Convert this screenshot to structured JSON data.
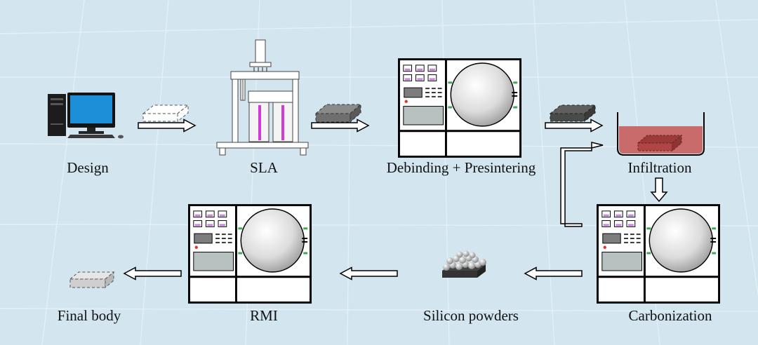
{
  "diagram": {
    "background": "#d3e6f0",
    "furnace_colors": {
      "frame": "#000000",
      "panel": "#ffffff",
      "screen": "#7d7d7d",
      "lower": "#b6c1c0",
      "indicator": "#e0302a",
      "door_clip": "#3fa651",
      "button": "#7a1fa8"
    },
    "liquid_color": "#c96b6b",
    "steps": [
      {
        "id": "design",
        "label": "Design",
        "icon": "computer-icon"
      },
      {
        "id": "sla",
        "label": "SLA",
        "icon": "sla-printer-icon"
      },
      {
        "id": "debinding",
        "label": "Debinding + Presintering",
        "icon": "furnace-icon"
      },
      {
        "id": "infiltration",
        "label": "Infiltration",
        "icon": "infiltration-bath-icon"
      },
      {
        "id": "carbonization",
        "label": "Carbonization",
        "icon": "furnace-icon"
      },
      {
        "id": "silicon",
        "label": "Silicon powders",
        "icon": "silicon-powder-icon"
      },
      {
        "id": "rmi",
        "label": "RMI",
        "icon": "furnace-icon"
      },
      {
        "id": "final",
        "label": "Final body",
        "icon": "ceramic-block-icon"
      }
    ]
  }
}
